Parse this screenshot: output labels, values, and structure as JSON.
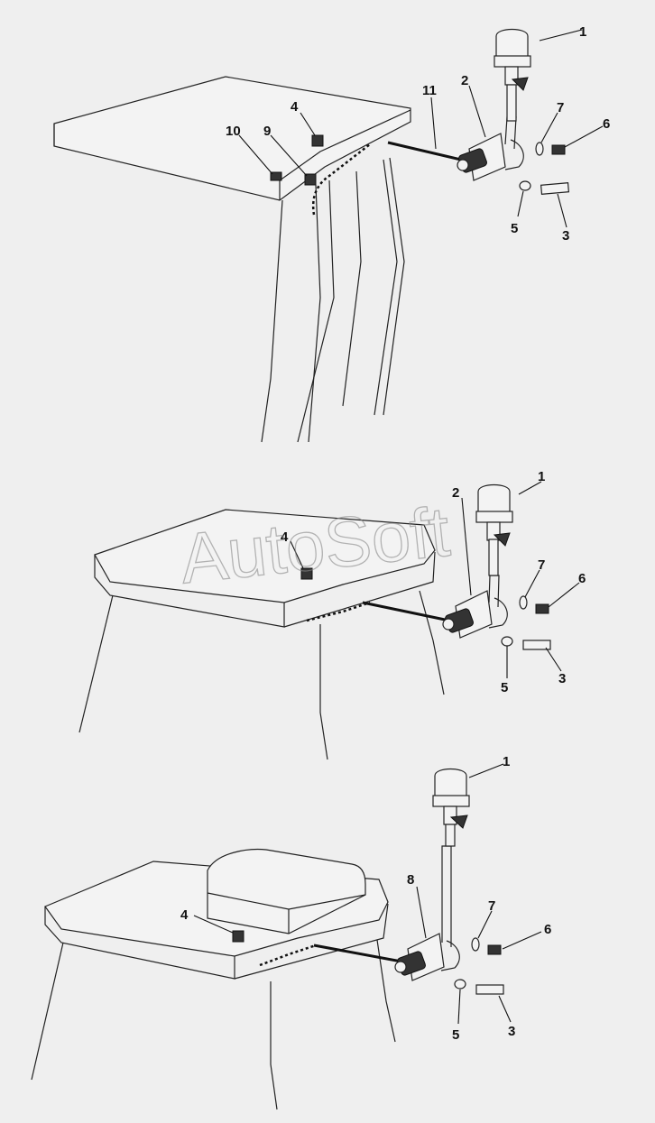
{
  "watermark": "AutoSoft",
  "diagrams": [
    {
      "name": "variant-top",
      "callouts": [
        "1",
        "2",
        "11",
        "4",
        "10",
        "9",
        "7",
        "6",
        "5",
        "3"
      ]
    },
    {
      "name": "variant-middle",
      "callouts": [
        "1",
        "2",
        "4",
        "7",
        "6",
        "5",
        "3"
      ]
    },
    {
      "name": "variant-bottom",
      "callouts": [
        "1",
        "8",
        "4",
        "7",
        "6",
        "5",
        "3"
      ]
    }
  ]
}
